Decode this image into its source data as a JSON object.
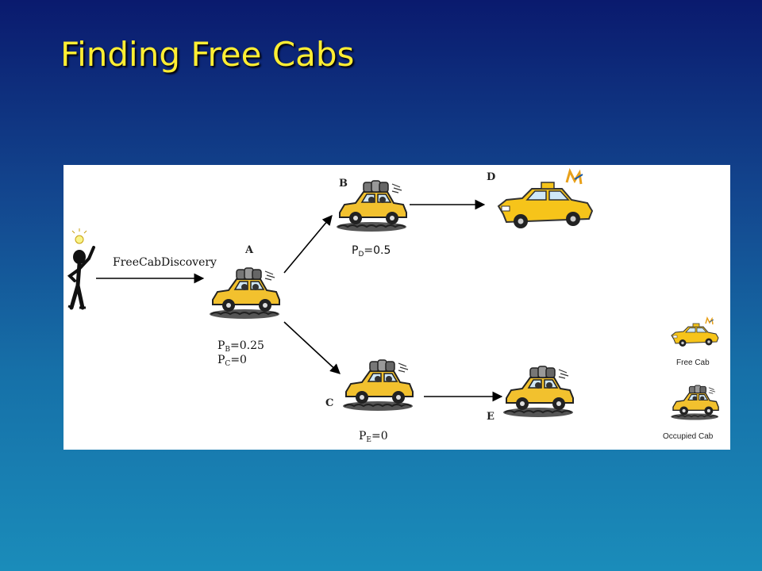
{
  "slide": {
    "title": "Finding Free Cabs"
  },
  "diagram": {
    "message_label": "FreeCabDiscovery",
    "nodes": {
      "A": "A",
      "B": "B",
      "C": "C",
      "D": "D",
      "E": "E"
    },
    "probabilities": {
      "b": {
        "sub": "B",
        "value": "=0.25"
      },
      "c": {
        "sub": "C",
        "value": "=0"
      },
      "d": {
        "sub": "D",
        "value": "=0.5"
      },
      "e": {
        "sub": "E",
        "value": "=0"
      },
      "p": "P"
    },
    "legend": {
      "free_cab": "Free Cab",
      "occupied_cab": "Occupied Cab"
    }
  }
}
